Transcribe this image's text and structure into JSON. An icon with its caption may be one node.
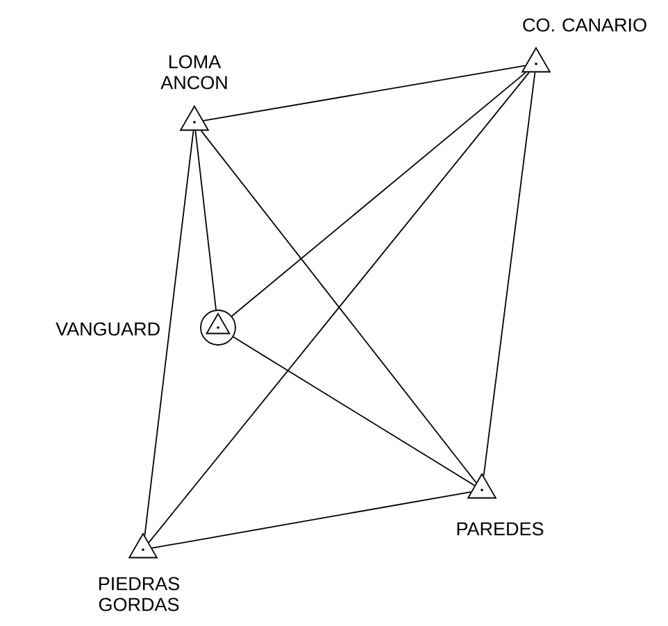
{
  "diagram": {
    "nodes": [
      {
        "text": [
          "LOMA ANCON"
        ]
      },
      {
        "text": [
          "CO. CANARIO"
        ]
      },
      {
        "text": [
          "VANGUARD"
        ]
      },
      {
        "text": [
          "PAREDES"
        ]
      },
      {
        "text": [
          "PIEDRAS GORDAS"
        ]
      }
    ],
    "edges": [
      {
        "from": 0,
        "to": 1,
        "arrow": "none"
      },
      {
        "from": 0,
        "to": 2,
        "arrow": "none"
      },
      {
        "from": 0,
        "to": 4,
        "arrow": "none"
      },
      {
        "from": 0,
        "to": 3,
        "arrow": "none"
      },
      {
        "from": 1,
        "to": 2,
        "arrow": "none"
      },
      {
        "from": 1,
        "to": 4,
        "arrow": "none"
      },
      {
        "from": 1,
        "to": 3,
        "arrow": "none"
      },
      {
        "from": 2,
        "to": 3,
        "arrow": "none"
      },
      {
        "from": 4,
        "to": 3,
        "arrow": "none"
      }
    ]
  }
}
